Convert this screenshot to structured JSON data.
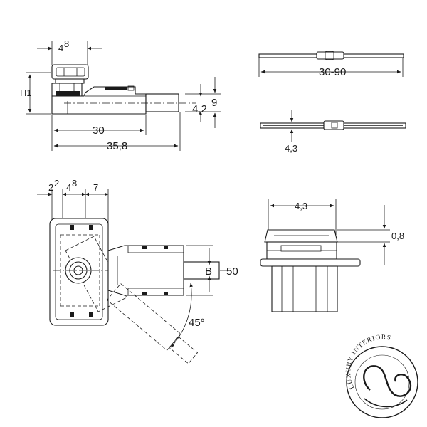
{
  "dimensions": {
    "top_width": "4",
    "top_width_sup": "8",
    "height_h1": "H1",
    "side_30": "30",
    "side_35_8": "35,8",
    "side_9": "9",
    "side_4_2": "4,2",
    "top_right_range": "30-90",
    "right_4_3_small": "4,3",
    "bottom_2": "2",
    "bottom_2_sup": "2",
    "bottom_4": "4",
    "bottom_4_sup": "8",
    "bottom_7": "7",
    "bottom_b": "B",
    "bottom_50": "50",
    "bottom_45deg": "45°",
    "right_4_3": "4,3",
    "right_0_8": "0,8"
  },
  "logo": {
    "text": "LUXURY INTERIORS"
  }
}
